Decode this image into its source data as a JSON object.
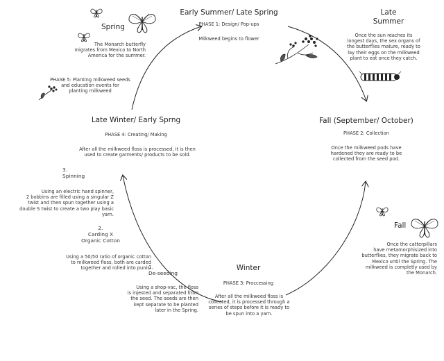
{
  "top": {
    "title": "Early Summer/ Late Spring",
    "phase": "PHASE 1: Design/ Pop-ups",
    "desc": "Milkweed begins to flower"
  },
  "late_summer": {
    "title": "Late\nSummer",
    "desc": "Once the sun reaches its\nlongest days, the sex organs of\nthe butterflies mature, ready to\nlay their eggs on the milkweed\nplant to eat once they catch."
  },
  "fall_main": {
    "title": "Fall (September/ October)",
    "phase": "PHASE 2: Collection",
    "desc": "Once the milkweed pods have\nhardened they are ready to be\ncollected from the seed pod."
  },
  "fall": {
    "title": "Fall",
    "desc": "Once the catterpillars\nhave metamorphisized into\nbutterflies, they migrate back to\nMexico until the Spring. The\nmilkweed is completly used by\nthe Monarch."
  },
  "winter": {
    "title": "Winter",
    "phase": "PHASE 3: Proccessing",
    "desc": "After all the milkweed floss is\ncollected, it is processed through a\nseries of steps before it is ready to\nbe spun into a yarn."
  },
  "deseeding": {
    "title": "1.\nDe-seeding",
    "desc": "Using a shop-vac, the floss\nis injested and separated from\nthe seed. The seeds are then\nkept separate to be planted\nlater in the Spring."
  },
  "carding": {
    "title": "2.\nCarding X\nOrganic Cotton",
    "desc": "Using a 50/50 ratio of organic cotton\nto milkweed floss, both are carded\ntogether and rolled into punis."
  },
  "spinning": {
    "title": "3.\nSpinning",
    "desc": "Using an electric hand spinner,\n2 bobbins are filled using a singular Z\ntwist and then spun together using a\ndouble S twist to create a two play basic\nyarn."
  },
  "late_winter": {
    "title": "Late Winter/ Early Sprng",
    "phase": "PHASE 4: Creating/ Making",
    "desc": "After all the milkweed floss is processed, it is then\nused to create garments/ products to be sold."
  },
  "phase5": {
    "desc": "PHASE 5: Planting milkweed seeds\nand education events for\nplanting milkweed"
  },
  "spring": {
    "title": "Spring",
    "desc": "The Monarch butterfly\nmigrates from Mexico to North\nAmerica for the summer."
  },
  "icons": [
    "butterfly-icon",
    "milkweed-flower-icon",
    "caterpillar-icon",
    "milkweed-sprig-icon"
  ]
}
